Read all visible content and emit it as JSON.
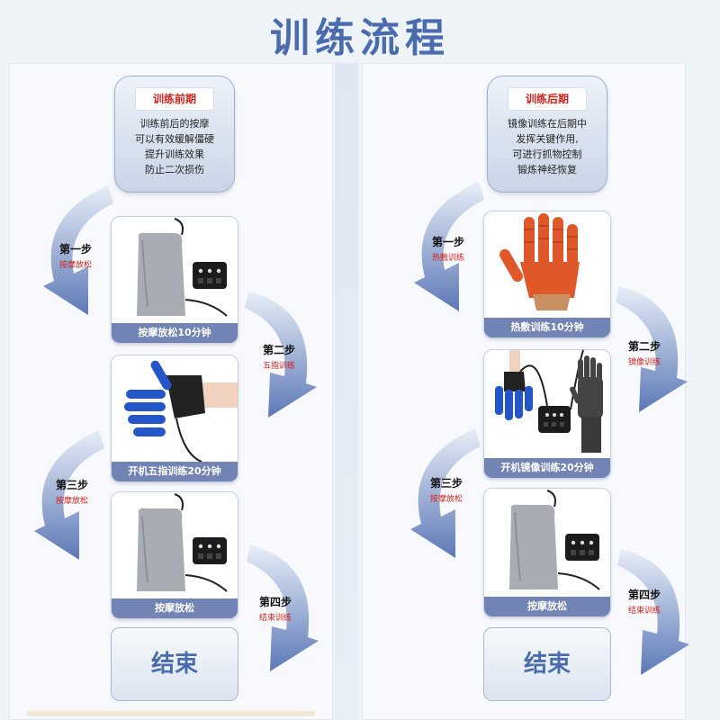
{
  "title": "训练流程",
  "left": {
    "note": {
      "tag": "训练前期",
      "text": "训练前后的按摩\n可以有效缓解僵硬\n提升训练效果\n防止二次损伤"
    },
    "cards": [
      {
        "caption": "按摩放松10分钟"
      },
      {
        "caption": "开机五指训练20分钟"
      },
      {
        "caption": "按摩放松"
      }
    ],
    "steps": [
      {
        "label": "第一步",
        "sub": "按摩放松"
      },
      {
        "label": "第二步",
        "sub": "五指训练"
      },
      {
        "label": "第三步",
        "sub": "按摩放松"
      },
      {
        "label": "第四步",
        "sub": "结束训练"
      }
    ],
    "end": "结束"
  },
  "right": {
    "note": {
      "tag": "训练后期",
      "text": "镜像训练在后期中\n发挥关键作用,\n可进行抓物控制\n锻炼神经恢复"
    },
    "cards": [
      {
        "caption": "热敷训练10分钟"
      },
      {
        "caption": "开机镜像训练20分钟"
      },
      {
        "caption": "按摩放松"
      }
    ],
    "steps": [
      {
        "label": "第一步",
        "sub": "热敷训练"
      },
      {
        "label": "第二步",
        "sub": "镜像训练"
      },
      {
        "label": "第三步",
        "sub": "按摩放松"
      },
      {
        "label": "第四步",
        "sub": "结束训练"
      }
    ],
    "end": "结束"
  },
  "colors": {
    "accent": "#4a6cae",
    "caption_bg": "#7284b4",
    "step_sub": "#d0231c",
    "arrow": "#6f87bf"
  }
}
